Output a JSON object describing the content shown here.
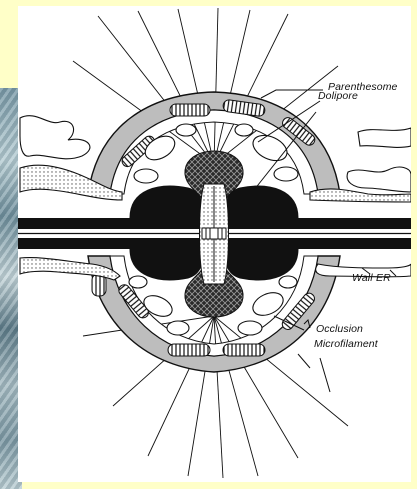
{
  "diagram": {
    "labels": {
      "parenthesome": "Parenthesome",
      "dolipore": "Dolipore",
      "wall": "Wall",
      "er": "ER",
      "occlusion": "Occlusion",
      "microfilament": "Microfilament"
    }
  },
  "colors": {
    "background": "#ffffc8",
    "figure_background": "#ffffff",
    "ink": "#111111",
    "grey_fill": "#bdbdbd"
  }
}
